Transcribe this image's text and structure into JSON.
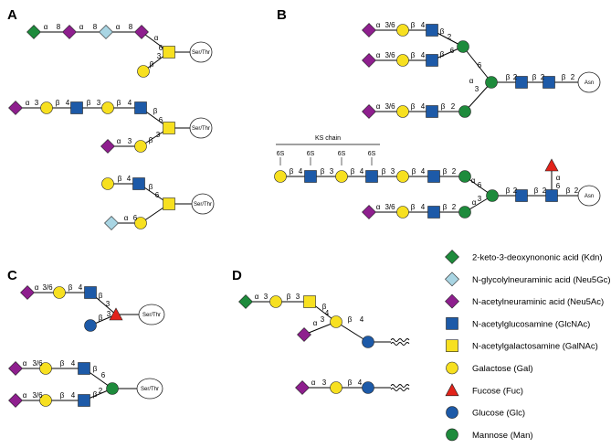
{
  "panels": {
    "A": "A",
    "B": "B",
    "C": "C",
    "D": "D"
  },
  "anchors": {
    "ser_thr": "Ser/Thr",
    "asn": "Asn"
  },
  "ks_chain": {
    "label": "KS chain",
    "sulfate": "6S"
  },
  "legend": [
    {
      "shape": "diamond",
      "color": "#1e8b3c",
      "label": "2-keto-3-deoxynononic acid (Kdn)"
    },
    {
      "shape": "diamond",
      "color": "#a9d5e3",
      "label": "N-glycolylneuraminic acid (Neu5Gc)"
    },
    {
      "shape": "diamond",
      "color": "#8e1f8e",
      "label": "N-acetylneuraminic acid (Neu5Ac)"
    },
    {
      "shape": "square",
      "color": "#1d5aa8",
      "label": "N-acetylglucosamine (GlcNAc)"
    },
    {
      "shape": "square",
      "color": "#f7e020",
      "label": "N-acetylgalactosamine (GalNAc)"
    },
    {
      "shape": "circle",
      "color": "#f7e020",
      "label": "Galactose (Gal)"
    },
    {
      "shape": "triangle",
      "color": "#e2231a",
      "label": "Fucose (Fuc)"
    },
    {
      "shape": "circle",
      "color": "#1d5aa8",
      "label": "Glucose (Glc)"
    },
    {
      "shape": "circle",
      "color": "#1e8b3c",
      "label": "Mannose (Man)"
    }
  ],
  "colors": {
    "kdn": "#1e8b3c",
    "neu5gc": "#a9d5e3",
    "neu5ac": "#8e1f8e",
    "glcnac": "#1d5aa8",
    "galnac": "#f7e020",
    "gal": "#f7e020",
    "fuc": "#e2231a",
    "glc": "#1d5aa8",
    "man": "#1e8b3c"
  },
  "icons": {
    "lipid_tail": "wavy-lipid-tail-icon"
  }
}
